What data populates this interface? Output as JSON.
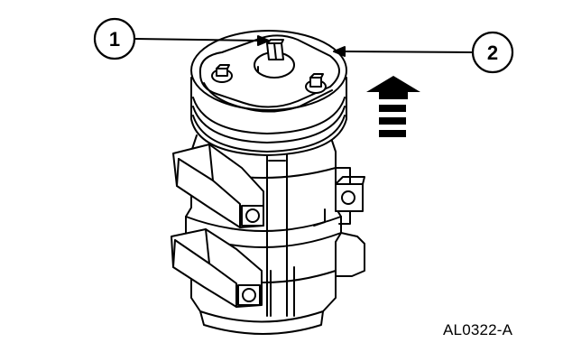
{
  "callouts": [
    {
      "number": "1"
    },
    {
      "number": "2"
    }
  ],
  "figure_id": "AL0322-A",
  "icons": {
    "direction_arrow": "install-direction-arrow-icon"
  },
  "colors": {
    "line": "#000000",
    "background": "#ffffff"
  }
}
